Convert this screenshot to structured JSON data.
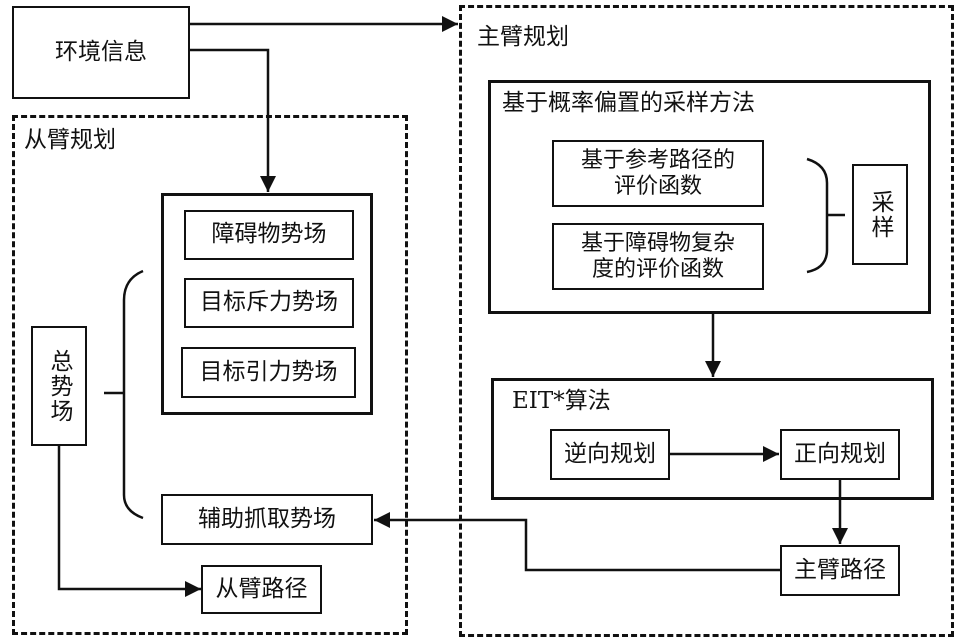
{
  "diagram": {
    "env_info": "环境信息",
    "slave_arm": {
      "title": "从臂规划",
      "potential_fields": [
        "障碍物势场",
        "目标斥力势场",
        "目标引力势场"
      ],
      "total_field": "总势场",
      "aux_grasp_field": "辅助抓取势场",
      "slave_path": "从臂路径"
    },
    "master_arm": {
      "title": "主臂规划",
      "sampling_method": {
        "title": "基于概率偏置的采样方法",
        "eval_functions": [
          "基于参考路径的评价函数",
          "基于障碍物复杂度的评价函数"
        ],
        "eval_function_lines": [
          [
            "基于参考路径的",
            "评价函数"
          ],
          [
            "基于障碍物复杂",
            "度的评价函数"
          ]
        ],
        "sampling": "采样"
      },
      "eit": {
        "title": "EIT*算法",
        "reverse": "逆向规划",
        "forward": "正向规划"
      },
      "master_path": "主臂路径"
    }
  }
}
